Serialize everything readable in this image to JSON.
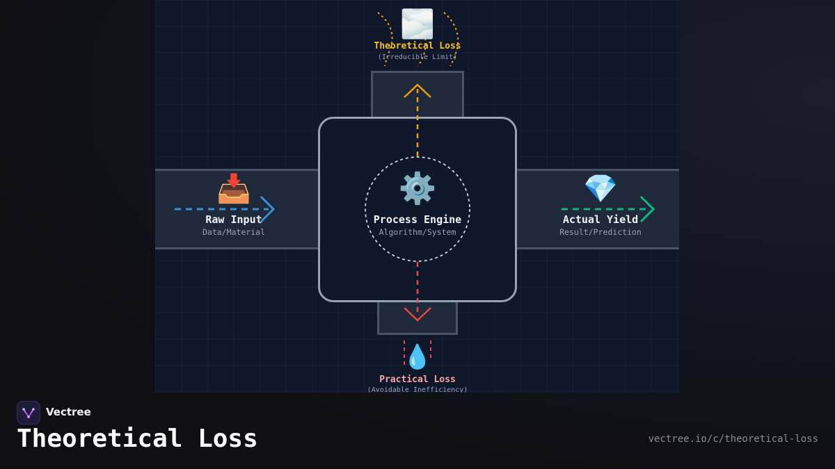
{
  "diagram": {
    "top": {
      "icon": "cloud-icon",
      "glyph": "🌫️",
      "title": "Theoretical Loss",
      "subtitle": "(Irreducible Limit)"
    },
    "left": {
      "icon": "inbox-tray-icon",
      "glyph": "📥",
      "title": "Raw Input",
      "subtitle": "Data/Material"
    },
    "center": {
      "icon": "gear-icon",
      "glyph": "⚙️",
      "title": "Process Engine",
      "subtitle": "Algorithm/System"
    },
    "right": {
      "icon": "gem-icon",
      "glyph": "💎",
      "title": "Actual Yield",
      "subtitle": "Result/Prediction"
    },
    "bottom": {
      "icon": "droplet-icon",
      "glyph": "💧",
      "title": "Practical Loss",
      "subtitle": "(Avoidable Inefficiency)"
    },
    "colors": {
      "input_flow": "#3b8fd6",
      "output_flow": "#10b981",
      "theoretical": "#f59e0b",
      "practical": "#ef4444",
      "theoretical_text": "#fbbf24",
      "practical_text": "#fca5a5"
    }
  },
  "footer": {
    "brand": "Vectree",
    "logo_icon": "vectree-logo-icon",
    "title": "Theoretical Loss",
    "url": "vectree.io/c/theoretical-loss"
  }
}
